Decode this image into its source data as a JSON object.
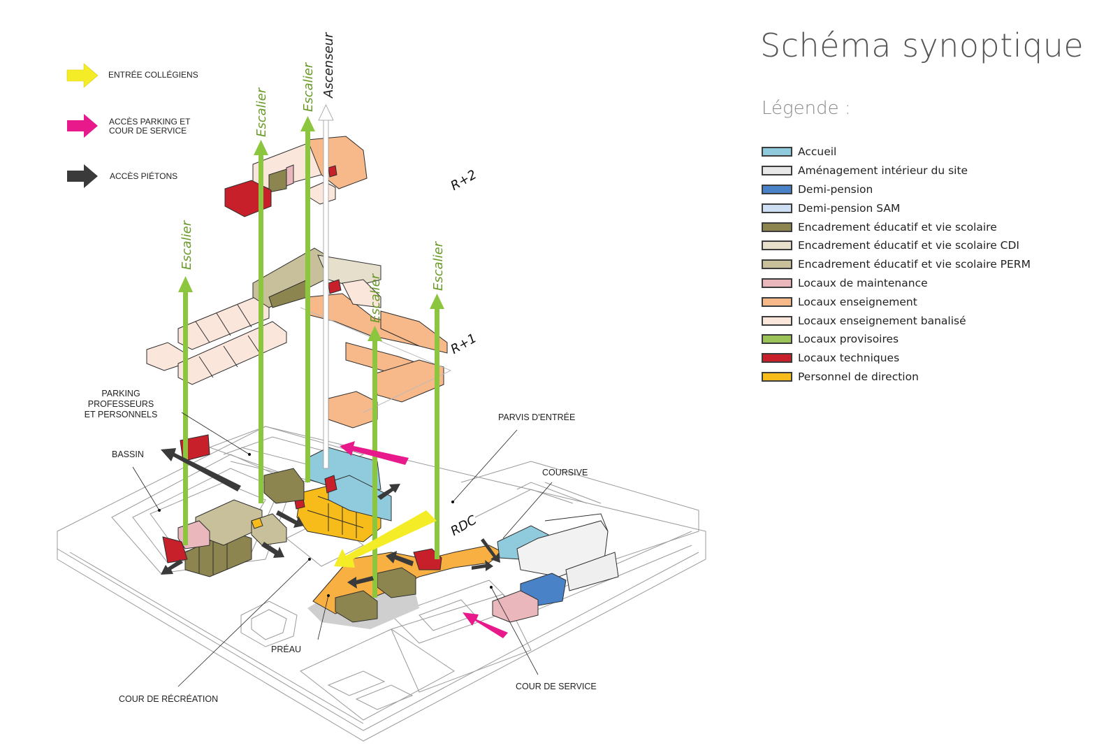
{
  "title": "Schéma synoptique",
  "legend": {
    "heading": "Légende :",
    "items": [
      {
        "label": "Accueil",
        "color": "#8fcbdc"
      },
      {
        "label": "Aménagement intérieur du site",
        "color": "#e8e8e8"
      },
      {
        "label": "Demi-pension",
        "color": "#4a82c8"
      },
      {
        "label": "Demi-pension SAM",
        "color": "#cfdff3"
      },
      {
        "label": "Encadrement éducatif et vie scolaire",
        "color": "#8c8550"
      },
      {
        "label": "Encadrement éducatif et vie scolaire CDI",
        "color": "#e5dfcc"
      },
      {
        "label": "Encadrement éducatif et vie scolaire PERM",
        "color": "#c7c09a"
      },
      {
        "label": "Locaux de maintenance",
        "color": "#eab8bc"
      },
      {
        "label": "Locaux enseignement",
        "color": "#f7b98a"
      },
      {
        "label": "Locaux enseignement banalisé",
        "color": "#fbe6dc"
      },
      {
        "label": "Locaux provisoires",
        "color": "#9cc35a"
      },
      {
        "label": "Locaux techniques",
        "color": "#c8202a"
      },
      {
        "label": "Personnel de direction",
        "color": "#f7bb1a"
      }
    ]
  },
  "access_legend": [
    {
      "label": "ENTRÉE COLLÉGIENS",
      "icon": "arrow-right-icon",
      "color": "#f5ec28"
    },
    {
      "label": "ACCÈS PARKING ET\nCOUR DE SERVICE",
      "icon": "arrow-right-icon",
      "color": "#e8198b"
    },
    {
      "label": "ACCÈS PIÉTONS",
      "icon": "arrow-right-icon",
      "color": "#3a3a3a"
    }
  ],
  "levels": {
    "r2": "R+2",
    "r1": "R+1",
    "rdc": "RDC"
  },
  "vertical_circulation": {
    "stair": "Escalier",
    "lift": "Ascenseur",
    "stair_color": "#8cc63f",
    "lift_color": "#ffffff"
  },
  "site_labels": {
    "parking": "PARKING PROFESSEURS\nET PERSONNELS",
    "bassin": "BASSIN",
    "parvis": "PARVIS D'ENTRÉE",
    "coursive": "COURSIVE",
    "preau": "PRÉAU",
    "cour_recreation": "COUR DE RÉCRÉATION",
    "cour_service": "COUR DE SERVICE"
  }
}
